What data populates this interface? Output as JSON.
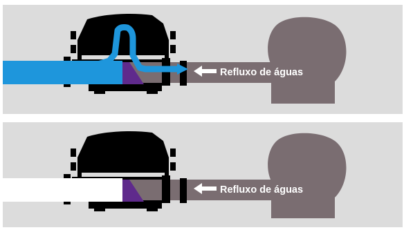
{
  "panels": [
    {
      "label": "Refluxo de águas",
      "pipe_state": "flowing"
    },
    {
      "label": "Refluxo de águas",
      "pipe_state": "empty"
    }
  ],
  "colors": {
    "panel_background": "#dcdcdc",
    "housing": "#000000",
    "flow": "#1e96dc",
    "valve_flap": "#5f2a8c",
    "backflow": "#7a6d71",
    "arrow": "#ffffff",
    "empty_pipe": "#ffffff"
  }
}
